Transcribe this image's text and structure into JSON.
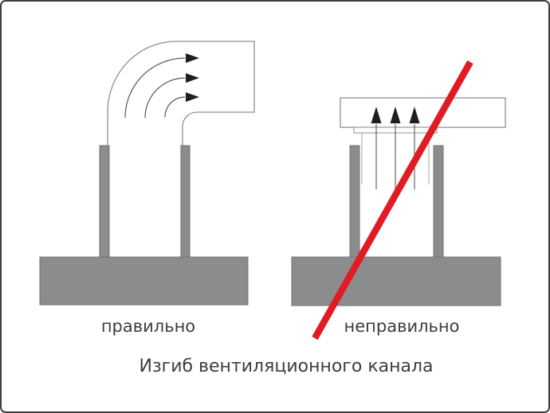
{
  "figure": {
    "caption": "Изгиб вентиляционного канала",
    "panels": [
      {
        "id": "correct",
        "label": "правильно"
      },
      {
        "id": "incorrect",
        "label": "неправильно"
      }
    ],
    "icons": [
      "right-arrow-icon",
      "up-arrow-icon",
      "prohibition-line-icon"
    ],
    "colors": {
      "masonry_gray": "#8b8c8e",
      "masonry_edge": "#717276",
      "duct_outline": "#8f9092",
      "flow_line": "#58585a",
      "arrowhead_black": "#1f1f1f",
      "prohibited_red": "#e11b24",
      "text": "#3d3d3d",
      "frame_border": "#3e3e42"
    }
  }
}
